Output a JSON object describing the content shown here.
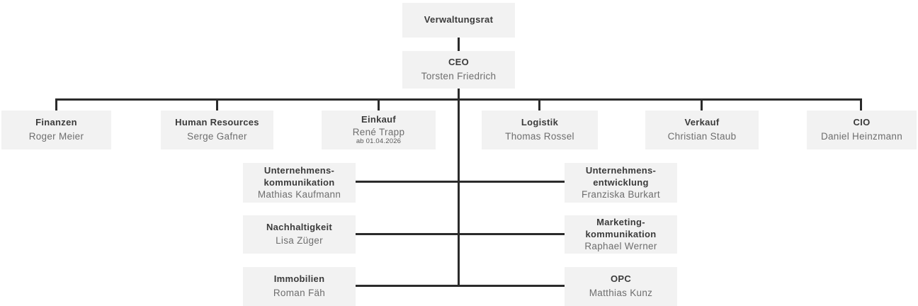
{
  "diagram": {
    "type": "org-chart",
    "root": {
      "title": "Verwaltungsrat"
    },
    "ceo": {
      "title": "CEO",
      "name": "Torsten Friedrich"
    },
    "departments": [
      {
        "title": "Finanzen",
        "name": "Roger Meier"
      },
      {
        "title": "Human Resources",
        "name": "Serge Gafner"
      },
      {
        "title": "Einkauf",
        "name": "René Trapp",
        "note": "ab 01.04.2026"
      },
      {
        "title": "Logistik",
        "name": "Thomas Rossel"
      },
      {
        "title": "Verkauf",
        "name": "Christian Staub"
      },
      {
        "title": "CIO",
        "name": "Daniel Heinzmann"
      }
    ],
    "staff_units_left": [
      {
        "title": "Unternehmens-\nkommunikation",
        "name": "Mathias Kaufmann"
      },
      {
        "title": "Nachhaltigkeit",
        "name": "Lisa Züger"
      },
      {
        "title": "Immobilien",
        "name": "Roman Fäh"
      }
    ],
    "staff_units_right": [
      {
        "title": "Unternehmens-\nentwicklung",
        "name": "Franziska Burkart"
      },
      {
        "title": "Marketing-\nkommunikation",
        "name": "Raphael Werner"
      },
      {
        "title": "OPC",
        "name": "Matthias Kunz"
      }
    ],
    "colors": {
      "box_background": "#f2f2f2",
      "title_text": "#3b3b3b",
      "name_text": "#6e6e6e",
      "connector": "#2b2b2b",
      "page_background": "#ffffff"
    }
  }
}
